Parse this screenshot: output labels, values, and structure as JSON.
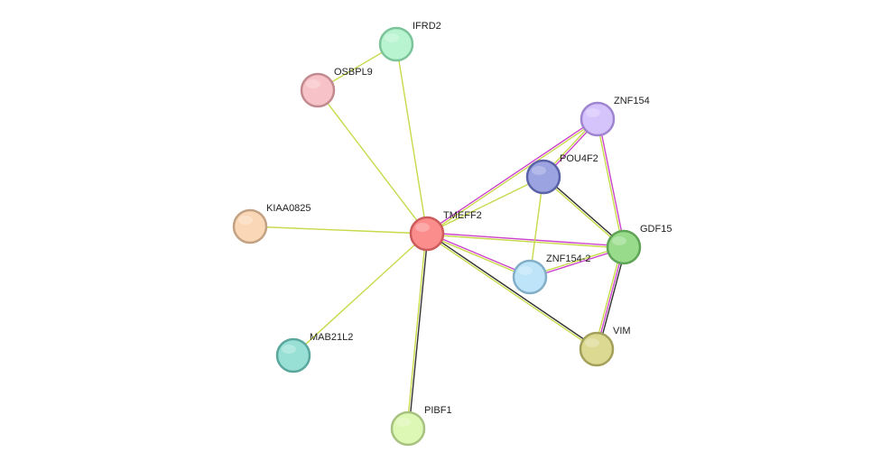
{
  "network": {
    "nodes": [
      {
        "id": "TMEFF2",
        "label": "TMEFF2",
        "fill": "#fb8d8d",
        "stroke": "#cc5b5b"
      },
      {
        "id": "IFRD2",
        "label": "IFRD2",
        "fill": "#b7f4cf",
        "stroke": "#7bc49a"
      },
      {
        "id": "OSBPL9",
        "label": "OSBPL9",
        "fill": "#f8c3c8",
        "stroke": "#c08a8e"
      },
      {
        "id": "ZNF154",
        "label": "ZNF154",
        "fill": "#d5c3fb",
        "stroke": "#9f85cf"
      },
      {
        "id": "POU4F2",
        "label": "POU4F2",
        "fill": "#9ba3e0",
        "stroke": "#5a62a8"
      },
      {
        "id": "KIAA0825",
        "label": "KIAA0825",
        "fill": "#fad8b7",
        "stroke": "#c2a283"
      },
      {
        "id": "GDF15",
        "label": "GDF15",
        "fill": "#98dc8b",
        "stroke": "#5ea356"
      },
      {
        "id": "ZNF154-2",
        "label": "ZNF154-2",
        "fill": "#bde4f8",
        "stroke": "#83aec8"
      },
      {
        "id": "MAB21L2",
        "label": "MAB21L2",
        "fill": "#98e0d6",
        "stroke": "#5aa79d"
      },
      {
        "id": "VIM",
        "label": "VIM",
        "fill": "#dcd992",
        "stroke": "#a3a05a"
      },
      {
        "id": "PIBF1",
        "label": "PIBF1",
        "fill": "#ddf7b5",
        "stroke": "#a6c27e"
      }
    ],
    "edges": [
      {
        "source": "TMEFF2",
        "target": "IFRD2",
        "types": [
          "text"
        ]
      },
      {
        "source": "TMEFF2",
        "target": "OSBPL9",
        "types": [
          "text"
        ]
      },
      {
        "source": "TMEFF2",
        "target": "KIAA0825",
        "types": [
          "text"
        ]
      },
      {
        "source": "TMEFF2",
        "target": "MAB21L2",
        "types": [
          "text"
        ]
      },
      {
        "source": "TMEFF2",
        "target": "PIBF1",
        "types": [
          "coexp",
          "text"
        ]
      },
      {
        "source": "TMEFF2",
        "target": "VIM",
        "types": [
          "coexp",
          "text"
        ]
      },
      {
        "source": "TMEFF2",
        "target": "ZNF154",
        "types": [
          "exp",
          "text"
        ]
      },
      {
        "source": "TMEFF2",
        "target": "POU4F2",
        "types": [
          "text"
        ]
      },
      {
        "source": "TMEFF2",
        "target": "GDF15",
        "types": [
          "exp",
          "text"
        ]
      },
      {
        "source": "TMEFF2",
        "target": "ZNF154-2",
        "types": [
          "exp",
          "text"
        ]
      },
      {
        "source": "IFRD2",
        "target": "OSBPL9",
        "types": [
          "text"
        ]
      },
      {
        "source": "ZNF154",
        "target": "POU4F2",
        "types": [
          "exp",
          "text"
        ]
      },
      {
        "source": "ZNF154",
        "target": "GDF15",
        "types": [
          "exp",
          "text"
        ]
      },
      {
        "source": "POU4F2",
        "target": "GDF15",
        "types": [
          "coexp",
          "text"
        ]
      },
      {
        "source": "POU4F2",
        "target": "ZNF154-2",
        "types": [
          "text"
        ]
      },
      {
        "source": "GDF15",
        "target": "ZNF154-2",
        "types": [
          "exp",
          "text"
        ]
      },
      {
        "source": "GDF15",
        "target": "VIM",
        "types": [
          "coexp",
          "exp",
          "text"
        ]
      }
    ],
    "edge_colors": {
      "text": "#c8d94a",
      "exp": "#cc44cc",
      "coexp": "#333333"
    }
  }
}
